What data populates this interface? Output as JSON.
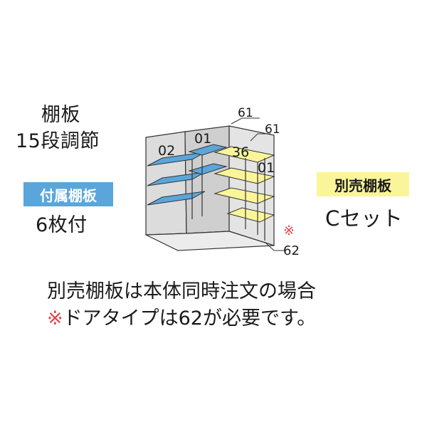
{
  "left": {
    "shelf_label": "棚板",
    "steps_label": "15段調節",
    "included_badge": "付属棚板",
    "included_count": "6枚付"
  },
  "right": {
    "sold_badge": "別売棚板",
    "set_label": "Cセット"
  },
  "diagram": {
    "labels": {
      "shelf_02": "02",
      "shelf_01_left": "01",
      "shelf_36": "36",
      "shelf_01_right": "01",
      "dim_61_top": "61",
      "dim_61_right": "61",
      "dim_62": "62",
      "mark": "※"
    },
    "colors": {
      "included_shelf": "#5aa6db",
      "sold_shelf": "#fbf59a",
      "cabinet": "#dcdcdc",
      "outline": "#333333",
      "mark": "#e0454a"
    }
  },
  "note": {
    "line1": "別売棚板は本体同時注文の場合",
    "line2_mark": "※",
    "line2_text": "ドアタイプは62が必要です。"
  }
}
